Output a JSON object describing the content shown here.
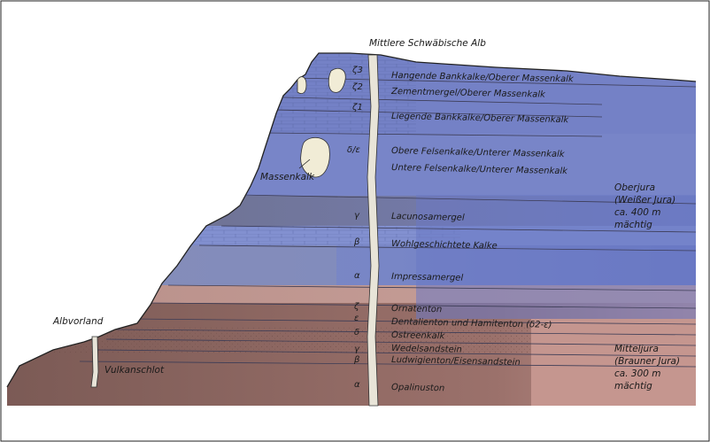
{
  "title": "Mittlere Schwäbische Alb",
  "albvorland": "Albvorland",
  "vulkanschlot": "Vulkanschlot",
  "massenkalk": "Massenkalk",
  "units": [
    {
      "greek": "ζ3",
      "name": "Hangende Bankkalke/Oberer Massenkalk"
    },
    {
      "greek": "ζ2",
      "name": "Zementmergel/Oberer Massenkalk"
    },
    {
      "greek": "ζ1",
      "name": "Liegende Bankkalke/Oberer Massenkalk"
    },
    {
      "greek": "δ/ε",
      "name": "Obere Felsenkalke/Unterer Massenkalk"
    },
    {
      "greek": "",
      "name": "Untere Felsenkalke/Unterer Massenkalk"
    },
    {
      "greek": "γ",
      "name": "Lacunosamergel"
    },
    {
      "greek": "β",
      "name": "Wohlgeschichtete Kalke"
    },
    {
      "greek": "α",
      "name": "Impressamergel"
    },
    {
      "greek": "ζ",
      "name": "Ornatenton"
    },
    {
      "greek": "ε",
      "name": "Dentalienton und Hamitenton (δ2-ε)"
    },
    {
      "greek": "δ",
      "name": "Ostreenkalk"
    },
    {
      "greek": "γ",
      "name": "Wedelsandstein"
    },
    {
      "greek": "β",
      "name": "Ludwigienton/Eisensandstein"
    },
    {
      "greek": "α",
      "name": "Opalinuston"
    }
  ],
  "oberjura": [
    "Oberjura",
    "(Weißer Jura)",
    "ca. 400 m",
    "mächtig"
  ],
  "mitteljura": [
    "Mitteljura",
    "(Brauner Jura)",
    "ca. 300 m",
    "mächtig"
  ],
  "colors": {
    "limestone": "#6f7fc4",
    "limestone_light": "#8f9bd6",
    "marl": "#7c80a6",
    "clay": "#9a6f68",
    "clay_light": "#c99a93",
    "sandstone": "#b98379"
  }
}
